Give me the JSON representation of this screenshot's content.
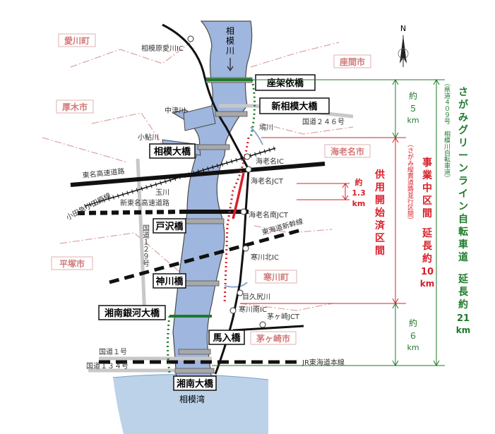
{
  "north": "N",
  "colors": {
    "river": "#9fb6de",
    "river_edge": "#4a4a4a",
    "green_route": "#1f7a2a",
    "red_route": "#d8202a",
    "city_label": "#d27a7a",
    "sea": "#bcd2e8"
  },
  "river": {
    "name_top": "相模川",
    "sea": "相模湾"
  },
  "cities": {
    "aikawa": "愛川町",
    "atsugi": "厚木市",
    "zama": "座間市",
    "ebina": "海老名市",
    "hiratsuka": "平塚市",
    "samukawa": "寒川町",
    "chigasaki": "茅ヶ崎市"
  },
  "places": {
    "sagamihara_aikawa_ic": "相模原愛川IC",
    "nakatsu_river": "中津川",
    "koayu_river": "小鮎川",
    "hato_river": "鳩川",
    "tama_river": "玉川",
    "kokudo246": "国道２４６号",
    "tomei": "東名高速道路",
    "odakyu": "小田急小田原線",
    "shintomei": "新東名高速道路",
    "kokudo129": "国道１２９号",
    "shinkansen": "東海道新幹線",
    "ebina_ic": "海老名IC",
    "ebina_jct": "海老名JCT",
    "ebina_minami_jct": "海老名南JCT",
    "samukawa_kita_ic": "寒川北IC",
    "mekubo_river": "目久尻川",
    "samukawa_minami_ic": "寒川南IC",
    "chigasaki_jct": "茅ヶ崎JCT",
    "kokudo1": "国道１号",
    "kokudo134": "国道１３４号",
    "jr_tokaido": "JR東海道本線"
  },
  "bridges": {
    "zakai": "座架依橋",
    "shinsagami": "新相模大橋",
    "sagami": "相模大橋",
    "tozawa": "戸沢橋",
    "kamikawa": "神川橋",
    "shonan_ginga": "湘南銀河大橋",
    "banyu": "馬入橋",
    "shonan": "湘南大橋"
  },
  "annotations": {
    "approx_5km": "約５km",
    "approx_6km": "約６km",
    "approx_1_3km": "約1.3km",
    "in_service": "供用開始済区間",
    "construction": "事業中区間　延長約10km",
    "construction_sub": "（さがみ縦貫道路並行区間）",
    "route_name": "さがみグリーンライン自転車道　延長約21km",
    "route_sub": "（県道４０９号　相模川自転車道）"
  }
}
